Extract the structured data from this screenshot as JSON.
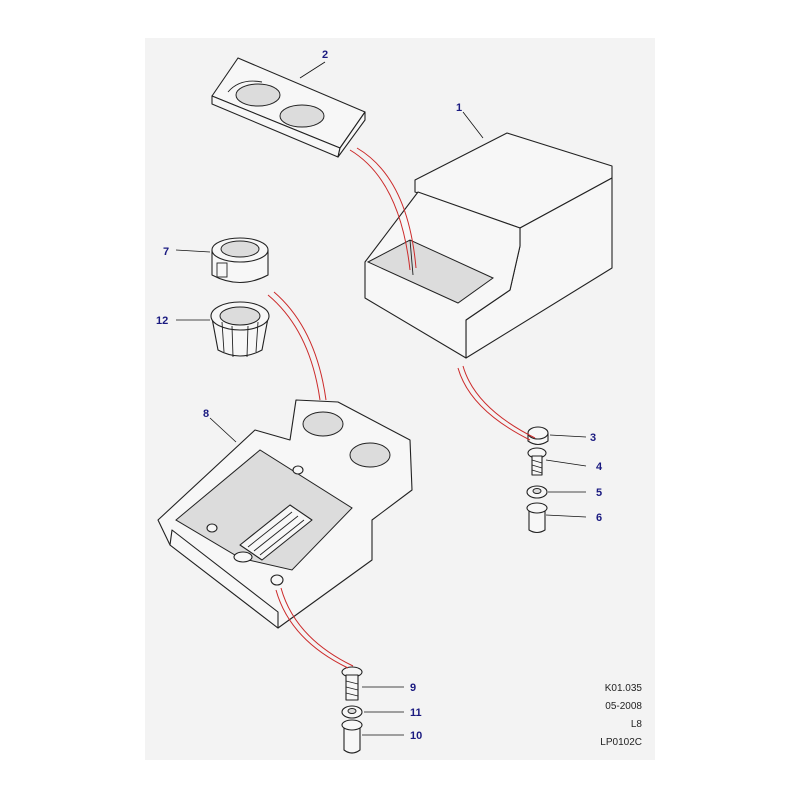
{
  "callouts": {
    "c1": "1",
    "c2": "2",
    "c3": "3",
    "c4": "4",
    "c5": "5",
    "c6": "6",
    "c7": "7",
    "c8": "8",
    "c9": "9",
    "c10": "10",
    "c11": "11",
    "c12": "12"
  },
  "reference": {
    "code": "K01.035",
    "date": "05-2008",
    "model": "L8",
    "illustration": "LP0102C"
  },
  "colors": {
    "callout_text": "#1a1a80",
    "assembly_line": "#cc2a2a",
    "background_panel": "#f3f3f3"
  }
}
